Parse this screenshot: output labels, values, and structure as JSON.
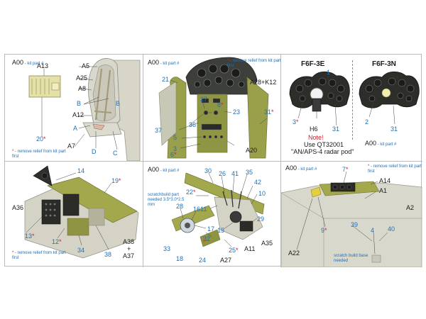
{
  "common": {
    "kit_header_code": "A00",
    "kit_header_sub": " - kit part #",
    "remove_note": "- remove relief from kit part first",
    "star": "*"
  },
  "panel1": {
    "parts": [
      "A13",
      "A5",
      "A25",
      "A8",
      "B",
      "B",
      "A12",
      "A",
      "A7",
      "D",
      "C",
      "20"
    ]
  },
  "panel2": {
    "parts": [
      "21",
      "A28+K12",
      "27",
      "8",
      "23",
      "36",
      "37",
      "5",
      "3",
      "6",
      "31",
      "A20"
    ]
  },
  "panel3": {
    "title_left": "F6F-3E",
    "title_right": "F6F-3N",
    "parts": [
      "1",
      "3",
      "H6",
      "31",
      "2",
      "31"
    ],
    "note_title": "Note!",
    "note_line1": "Use QT32001",
    "note_line2": "\"AN/APS-4 radar pod\""
  },
  "panel4": {
    "parts": [
      "14",
      "19",
      "A36",
      "13",
      "12",
      "34",
      "38",
      "A38",
      "+",
      "A37"
    ]
  },
  "panel5": {
    "scratch_note": "scratchbuild part needed 3.5*3.0*2.5 mm",
    "parts": [
      "30",
      "26",
      "41",
      "35",
      "22",
      "42",
      "11",
      "10",
      "28",
      "16",
      "15",
      "29",
      "17",
      "32",
      "25",
      "33",
      "18",
      "24",
      "A27",
      "A11",
      "A35"
    ]
  },
  "panel6": {
    "scratch_note": "scratch build base needed",
    "parts": [
      "7",
      "A14",
      "A1",
      "A2",
      "39",
      "4",
      "40",
      "9",
      "A22"
    ]
  }
}
